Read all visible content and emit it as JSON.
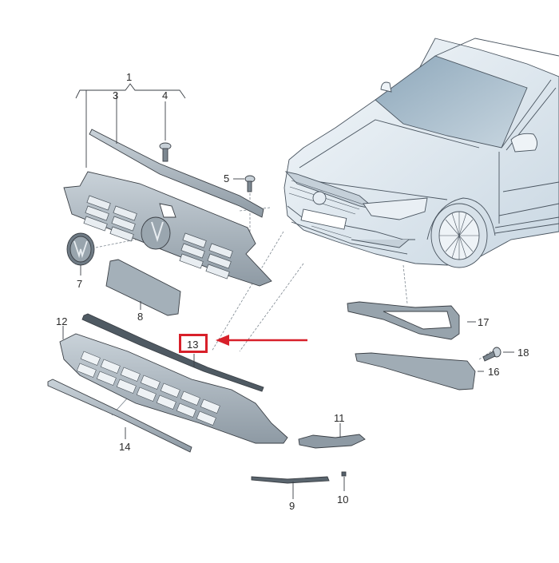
{
  "diagram": {
    "title": "",
    "type": "exploded-parts-diagram",
    "highlight_color": "#d8202a",
    "line_color": "#3a3f45",
    "part_fill": "#b9c4cc",
    "part_dark": "#55606a",
    "car_fill": "#dfe8ef",
    "glass_fill": "#9fb6c7",
    "highlighted_part": "13",
    "callouts": [
      {
        "id": "1",
        "label": "1",
        "part": "grille-assembly-bracket"
      },
      {
        "id": "3",
        "label": "3",
        "part": "upper-grille-trim-strip"
      },
      {
        "id": "4",
        "label": "4",
        "part": "screw"
      },
      {
        "id": "5",
        "label": "5",
        "part": "screw"
      },
      {
        "id": "7",
        "label": "7",
        "part": "emblem"
      },
      {
        "id": "8",
        "label": "8",
        "part": "license-plate-bracket"
      },
      {
        "id": "9",
        "label": "9",
        "part": "lower-trim-strip"
      },
      {
        "id": "10",
        "label": "10",
        "part": "clip"
      },
      {
        "id": "11",
        "label": "11",
        "part": "lower-grille-side-trim"
      },
      {
        "id": "12",
        "label": "12",
        "part": "lower-grille"
      },
      {
        "id": "13",
        "label": "13",
        "part": "lower-grille-trim-strip"
      },
      {
        "id": "14",
        "label": "14",
        "part": "lower-grille-bottom-trim"
      },
      {
        "id": "16",
        "label": "16",
        "part": "fog-light-cover-left"
      },
      {
        "id": "17",
        "label": "17",
        "part": "fog-light-cover-right"
      },
      {
        "id": "18",
        "label": "18",
        "part": "screw"
      }
    ]
  }
}
